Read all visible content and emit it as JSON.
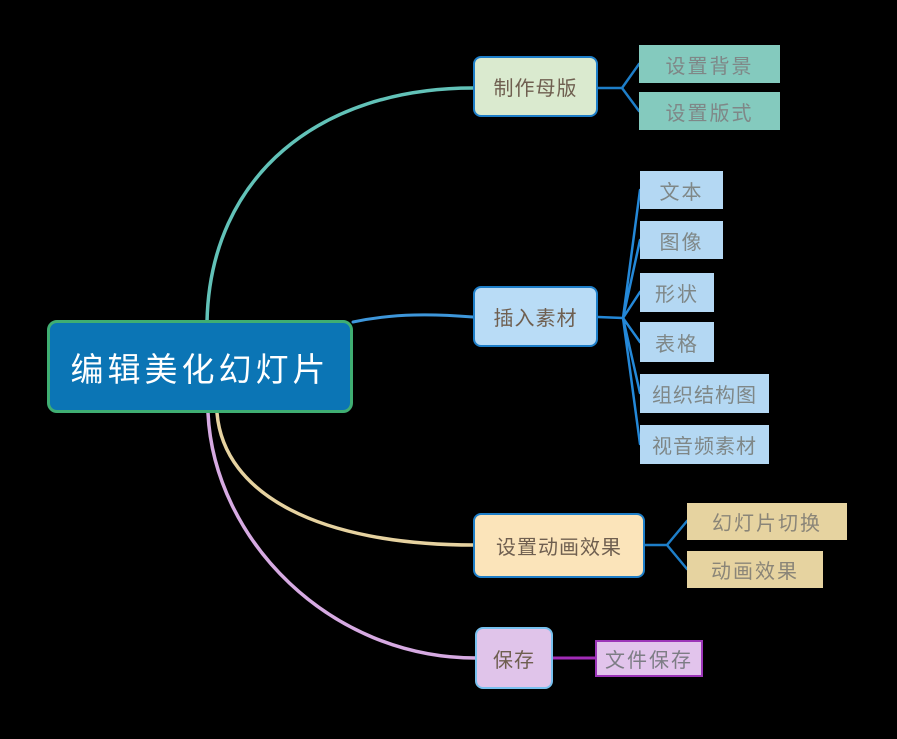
{
  "central": {
    "label": "编辑美化幻灯片"
  },
  "branches": [
    {
      "label": "制作母版",
      "children": [
        "设置背景",
        "设置版式"
      ]
    },
    {
      "label": "插入素材",
      "children": [
        "文本",
        "图像",
        "形状",
        "表格",
        "组织结构图",
        "视音频素材"
      ]
    },
    {
      "label": "设置动画效果",
      "children": [
        "幻灯片切换",
        "动画效果"
      ]
    },
    {
      "label": "保存",
      "children": [
        "文件保存"
      ]
    }
  ],
  "colors": {
    "background": "#000000",
    "central_fill": "#0B75B5",
    "central_border": "#3FAE73",
    "central_text": "#FFFFFF",
    "branch_border": "#1E7EC8",
    "branch_text": "#6F5F50",
    "child_text": "#7F8787",
    "master_fill": "#DAEACF",
    "master_child_fill": "#84CABE",
    "insert_fill": "#B9DCF6",
    "insert_child_fill": "#B4D8F3",
    "animation_fill": "#FBE4BA",
    "animation_child_fill": "#E6D3A0",
    "save_fill": "#E0C4EA",
    "save_border": "#77C0EE",
    "save_child_fill": "#E2C4EC",
    "save_child_border": "#9C35B8",
    "stroke_teal": "#62C2B8",
    "stroke_blue_light": "#3E97DB",
    "stroke_blue": "#1E7EC8",
    "stroke_blue_fan": "#2488D8",
    "stroke_tan": "#E6D2A0",
    "stroke_purple": "#D6AAE2",
    "stroke_magenta": "#A22CB8"
  }
}
